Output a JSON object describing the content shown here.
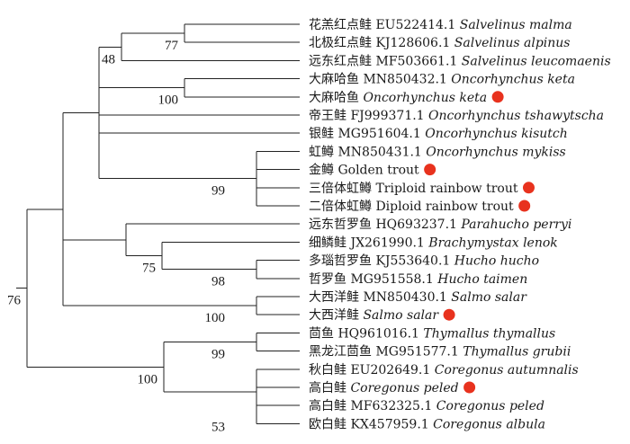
{
  "highlight_color": "#e8321e",
  "leaves": [
    {
      "cn": "花羔红点鲑",
      "acc": "EU522414.1",
      "sci": "Salvelinus malma",
      "marked": false
    },
    {
      "cn": "北极红点鲑",
      "acc": "KJ128606.1",
      "sci": "Salvelinus alpinus",
      "marked": false
    },
    {
      "cn": "远东红点鲑",
      "acc": "MF503661.1",
      "sci": "Salvelinus leucomaenis",
      "marked": false
    },
    {
      "cn": "大麻哈鱼",
      "acc": "MN850432.1",
      "sci": "Oncorhynchus keta",
      "marked": false
    },
    {
      "cn": "大麻哈鱼",
      "acc": "",
      "sci": "Oncorhynchus keta",
      "marked": true
    },
    {
      "cn": "帝王鲑",
      "acc": "FJ999371.1",
      "sci": "Oncorhynchus tshawytscha",
      "marked": false
    },
    {
      "cn": "银鲑",
      "acc": "MG951604.1",
      "sci": "Oncorhynchus kisutch",
      "marked": false
    },
    {
      "cn": "虹鳟",
      "acc": "MN850431.1",
      "sci": "Oncorhynchus mykiss",
      "marked": false
    },
    {
      "cn": "金鳟",
      "acc": "Golden trout",
      "sci": "",
      "marked": true
    },
    {
      "cn": "三倍体虹鳟",
      "acc": "Triploid rainbow trout",
      "sci": "",
      "marked": true
    },
    {
      "cn": "二倍体虹鳟",
      "acc": "Diploid rainbow trout",
      "sci": "",
      "marked": true
    },
    {
      "cn": "远东哲罗鱼",
      "acc": "HQ693237.1",
      "sci": "Parahucho perryi",
      "marked": false
    },
    {
      "cn": "细鳞鲑",
      "acc": "JX261990.1",
      "sci": "Brachymystax lenok",
      "marked": false
    },
    {
      "cn": "多瑙哲罗鱼",
      "acc": "KJ553640.1",
      "sci": "Hucho hucho",
      "marked": false
    },
    {
      "cn": "哲罗鱼",
      "acc": "MG951558.1",
      "sci": "Hucho taimen",
      "marked": false
    },
    {
      "cn": "大西洋鲑",
      "acc": "MN850430.1",
      "sci": "Salmo salar",
      "marked": false
    },
    {
      "cn": "大西洋鲑",
      "acc": "",
      "sci": "Salmo salar",
      "marked": true
    },
    {
      "cn": "茴鱼",
      "acc": "HQ961016.1",
      "sci": "Thymallus thymallus",
      "marked": false
    },
    {
      "cn": "黑龙江茴鱼",
      "acc": "MG951577.1",
      "sci": "Thymallus grubii",
      "marked": false
    },
    {
      "cn": "秋白鲑",
      "acc": "EU202649.1",
      "sci": "Coregonus autumnalis",
      "marked": false
    },
    {
      "cn": "高白鲑",
      "acc": "",
      "sci": "Coregonus peled",
      "marked": true
    },
    {
      "cn": "高白鲑",
      "acc": "MF632325.1",
      "sci": "Coregonus peled",
      "marked": false
    },
    {
      "cn": "欧白鲑",
      "acc": "KX457959.1",
      "sci": "Coregonus albula",
      "marked": false
    }
  ],
  "bootstrap": {
    "salvelinus_malma_alpinus": "77",
    "salvelinus": "48",
    "oncorhynchus_keta": "100",
    "main_salmoninae": "76",
    "mykiss_trout": "99",
    "hucho_brachymystax": "75",
    "hucho": "98",
    "salmo": "100",
    "thymallus": "99",
    "coregonus": "100",
    "coregonus_peled_albula": "53"
  }
}
